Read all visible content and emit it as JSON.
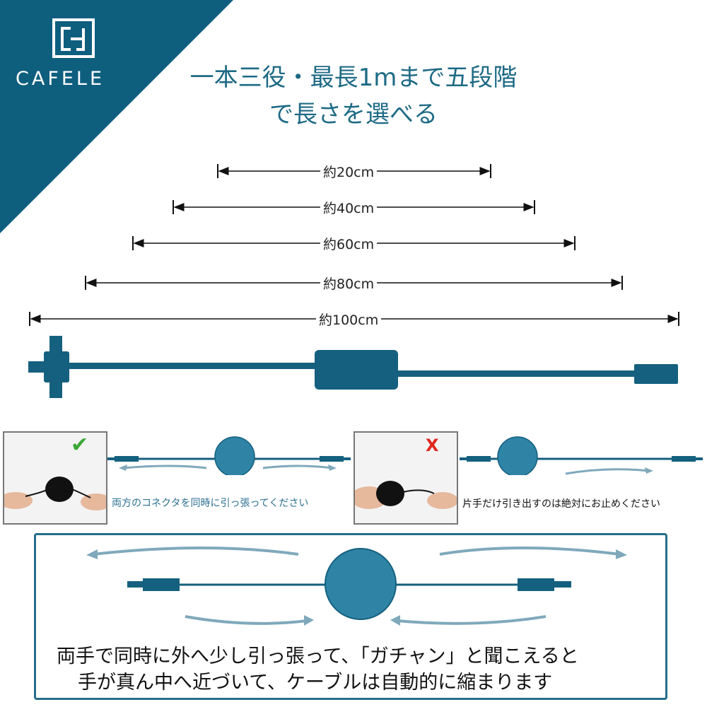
{
  "brand": {
    "name": "CAFELE",
    "logo_mark": "CJ-monogram",
    "color": "#0e5e7e"
  },
  "headline": {
    "line1": "一本三役・最長1mまで五段階",
    "line2": "で長さを選べる",
    "color": "#1d6a85"
  },
  "length_markers": [
    {
      "label": "約20cm"
    },
    {
      "label": "約40cm"
    },
    {
      "label": "約60cm"
    },
    {
      "label": "約80cm"
    },
    {
      "label": "約100cm"
    }
  ],
  "usage": {
    "correct": {
      "mark": "✔",
      "mark_color": "#3aa935",
      "caption": "両方のコネクタを同時に引っ張ってください"
    },
    "wrong": {
      "mark": "X",
      "mark_color": "#e0271c",
      "caption": "片手だけ引き出すのは絶対にお止めください"
    }
  },
  "instructions": {
    "line1": "両手で同時に外へ少し引っ張って、「ガチャン」と聞こえると",
    "line2": "手が真ん中へ近づいて、ケーブルは自動的に縮まります"
  },
  "colors": {
    "cable": "#15607f",
    "reel": "#2f84a6",
    "arrow": "#7fa9bb"
  }
}
